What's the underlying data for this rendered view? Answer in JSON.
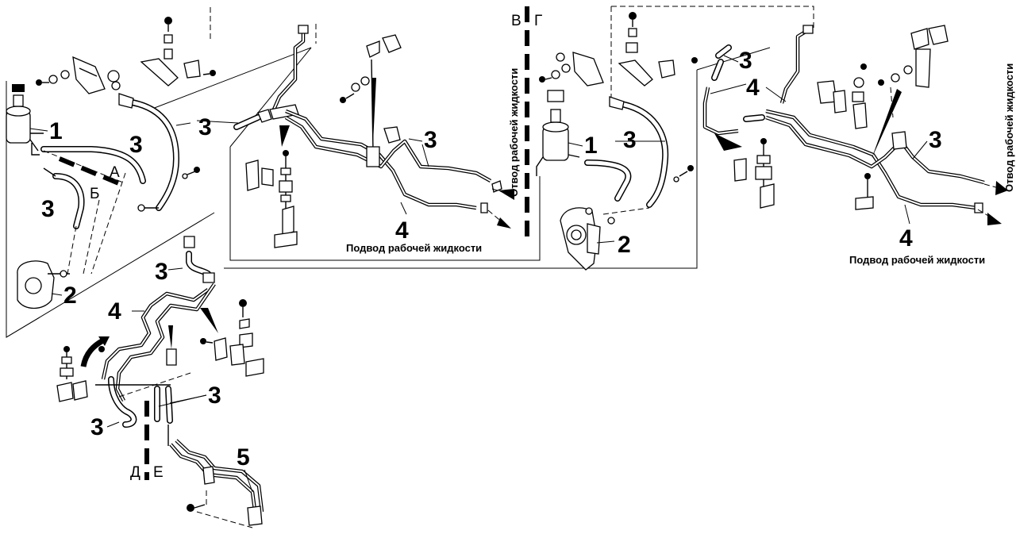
{
  "callouts": [
    "1",
    "2",
    "3",
    "4",
    "5"
  ],
  "section_letters": [
    "А",
    "Б",
    "В",
    "Г",
    "Д",
    "Е"
  ],
  "labels": {
    "supply": "Подвод рабочей жидкости",
    "return": "Отвод рабочей жидкости"
  },
  "icons": [
    "reservoir-icon",
    "pump-icon",
    "bolt-icon",
    "clamp-icon",
    "bracket-icon",
    "flow-arrow-icon"
  ]
}
